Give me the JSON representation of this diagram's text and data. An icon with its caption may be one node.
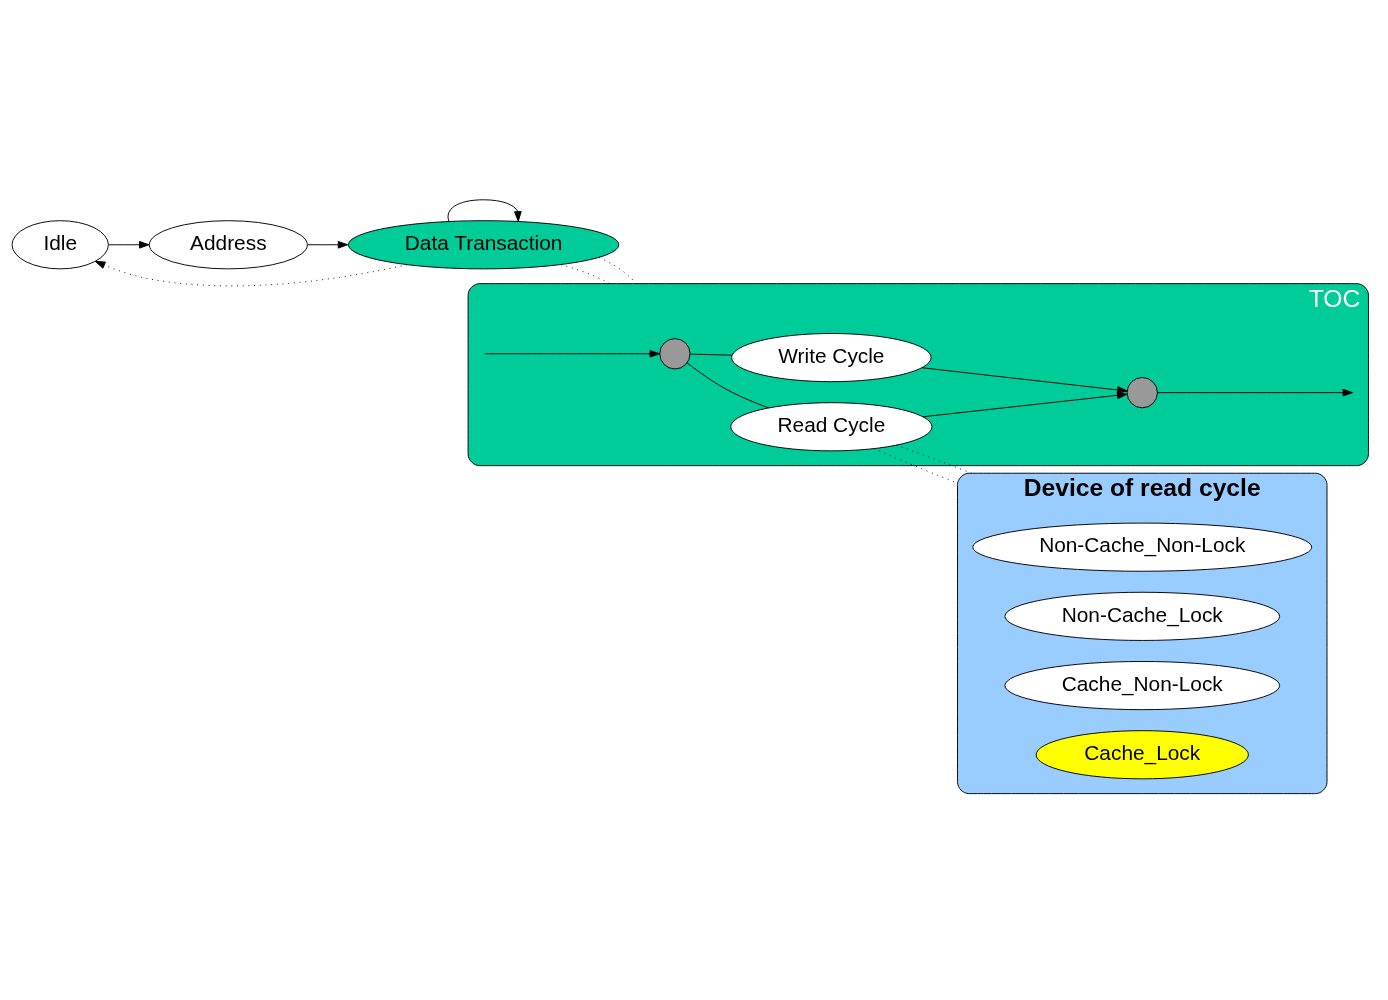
{
  "diagram": {
    "nodes": [
      {
        "text": [
          "Idle"
        ]
      },
      {
        "text": [
          "Address"
        ]
      },
      {
        "text": [
          "Data Transaction"
        ]
      },
      {
        "text": [
          "TOC"
        ]
      },
      {
        "text": [],
        "shape": "circle",
        "in": 3
      },
      {
        "text": [
          "Write Cycle"
        ],
        "in": 3
      },
      {
        "text": [
          "Read Cycle"
        ],
        "in": 3
      },
      {
        "text": [],
        "shape": "circle",
        "in": 3
      },
      {
        "text": [
          "Device of read cycle"
        ]
      },
      {
        "text": [
          "Non-Cache_Non-Lock"
        ],
        "in": 8
      },
      {
        "text": [
          "Non-Cache_Lock"
        ],
        "in": 8
      },
      {
        "text": [
          "Cache_Non-Lock"
        ],
        "in": 8
      },
      {
        "text": [
          "Cache_Lock"
        ],
        "in": 8
      }
    ],
    "edges": [
      {
        "from": 0,
        "to": 1,
        "arrow": "to"
      },
      {
        "from": 1,
        "to": 2,
        "arrow": "to"
      },
      {
        "from": 2,
        "to": 0,
        "arrow": "to",
        "style": "dashed"
      },
      {
        "from": 2,
        "to": 2,
        "arrow": "to"
      },
      {
        "from": 2,
        "to": 3,
        "arrow": "none",
        "style": "dashed"
      },
      {
        "from": 2,
        "to": 3,
        "arrow": "none",
        "style": "dashed"
      },
      {
        "from": null,
        "to": 4,
        "arrow": "to"
      },
      {
        "from": 4,
        "to": 5,
        "arrow": "none"
      },
      {
        "from": 4,
        "to": 6,
        "arrow": "none"
      },
      {
        "from": 5,
        "to": 7,
        "arrow": "to"
      },
      {
        "from": 6,
        "to": 7,
        "arrow": "to"
      },
      {
        "from": 7,
        "to": null,
        "arrow": "to"
      },
      {
        "from": 6,
        "to": 8,
        "arrow": "none",
        "style": "dashed"
      },
      {
        "from": 6,
        "to": 8,
        "arrow": "none",
        "style": "dashed"
      }
    ]
  }
}
